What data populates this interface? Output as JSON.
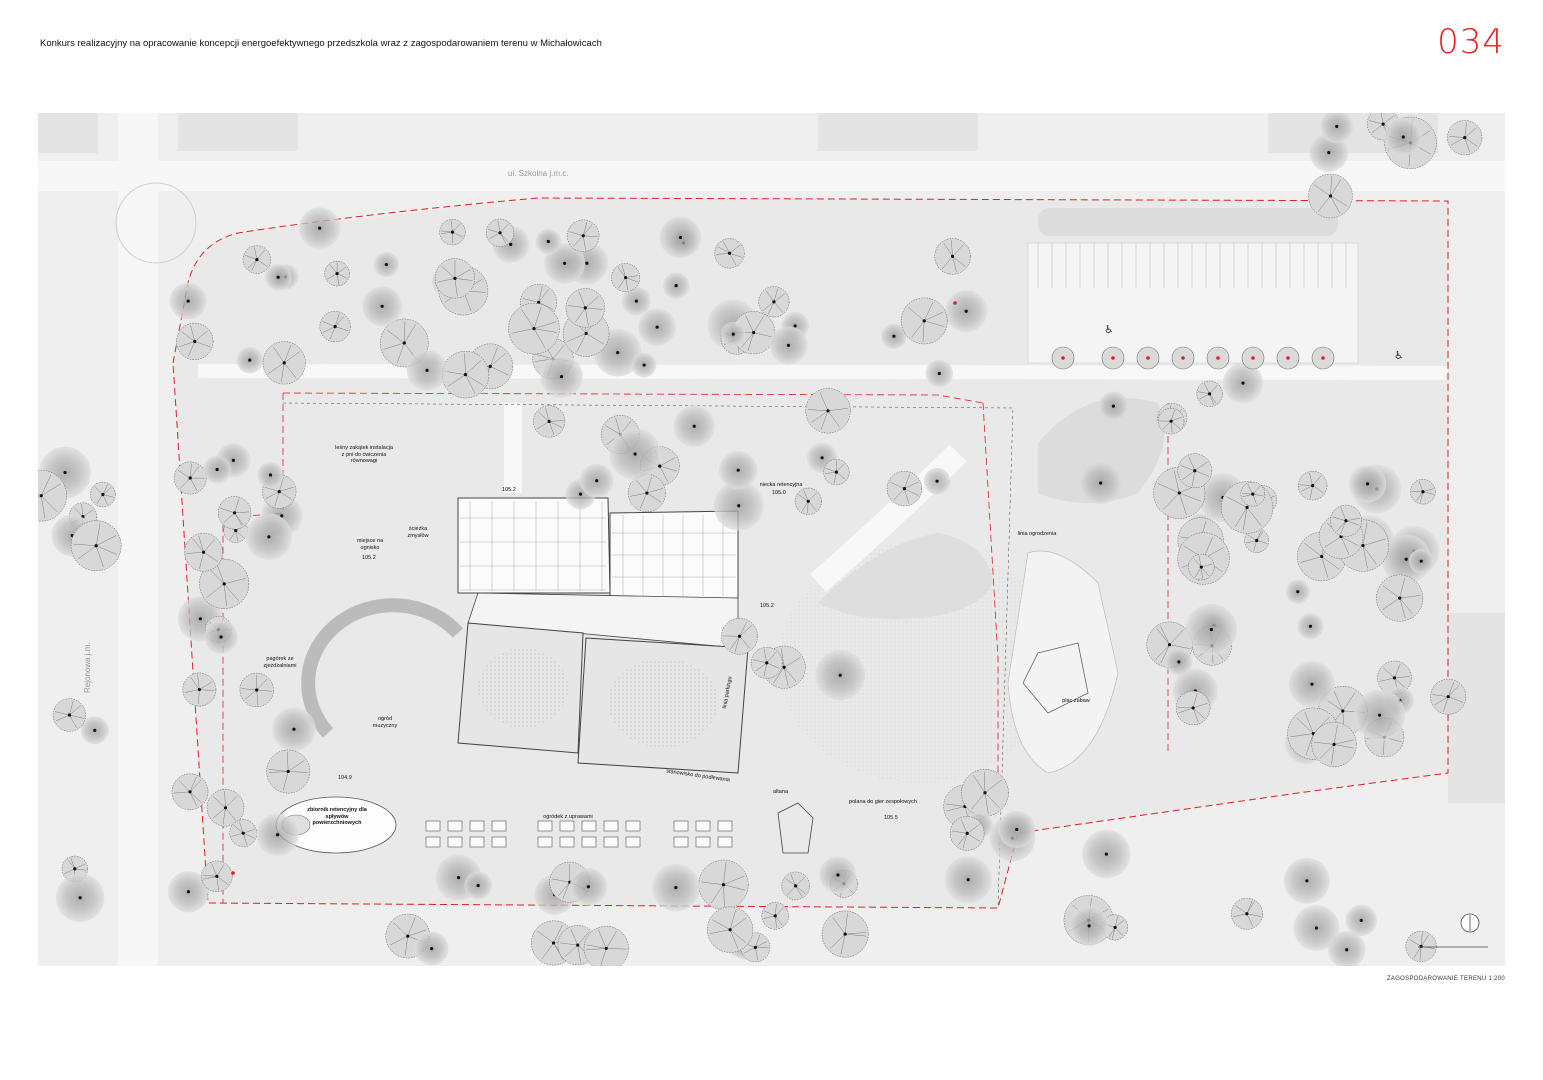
{
  "header": {
    "title": "Konkurs realizacyjny na opracowanie koncepcji energoefektywnego przedszkola wraz z zagospodarowaniem terenu w Michałowicach",
    "sheet_number": "034"
  },
  "colors": {
    "accent_red": "#e31e24",
    "background": "#efefef",
    "tree_dark": "#3a3a3a"
  },
  "plan": {
    "street_main": "ul. Szkolna j.m.c.",
    "street_side": "Rejonowa j.m.",
    "labels": {
      "lesny_zakatek": "leśny zakątek instalacja z pni do ćwiczenia równowagi",
      "miejsce_ognisko": "miejsce na ognisko",
      "sciezka": "ścieżka zmysłów",
      "pagorek": "pagórek ze zjeżdżalniami",
      "ogrod_muzyczny": "ogród muzyczny",
      "zbiornik": "zbiornik retencyjny dla spływów powierzchniowych",
      "ogrodek": "ogródek z uprawami",
      "stanowisko": "stanowisko do podlewania",
      "altana": "altana",
      "polana": "polana do gier zespołowych",
      "niecka": "niecka retencyjna",
      "linia_ogrodzenia": "linia ogrodzenia",
      "plac_zabaw": "plac zabaw",
      "linia_parkingu": "linia parkingu"
    },
    "elevations": {
      "e1": "105.2",
      "e2": "105.2",
      "e3": "104.9",
      "e4": "105.0",
      "e5": "105.5",
      "e6": "105.2"
    }
  },
  "footer": {
    "scale_caption": "ZAGOSPODAROWANIE TERENU 1:200"
  }
}
